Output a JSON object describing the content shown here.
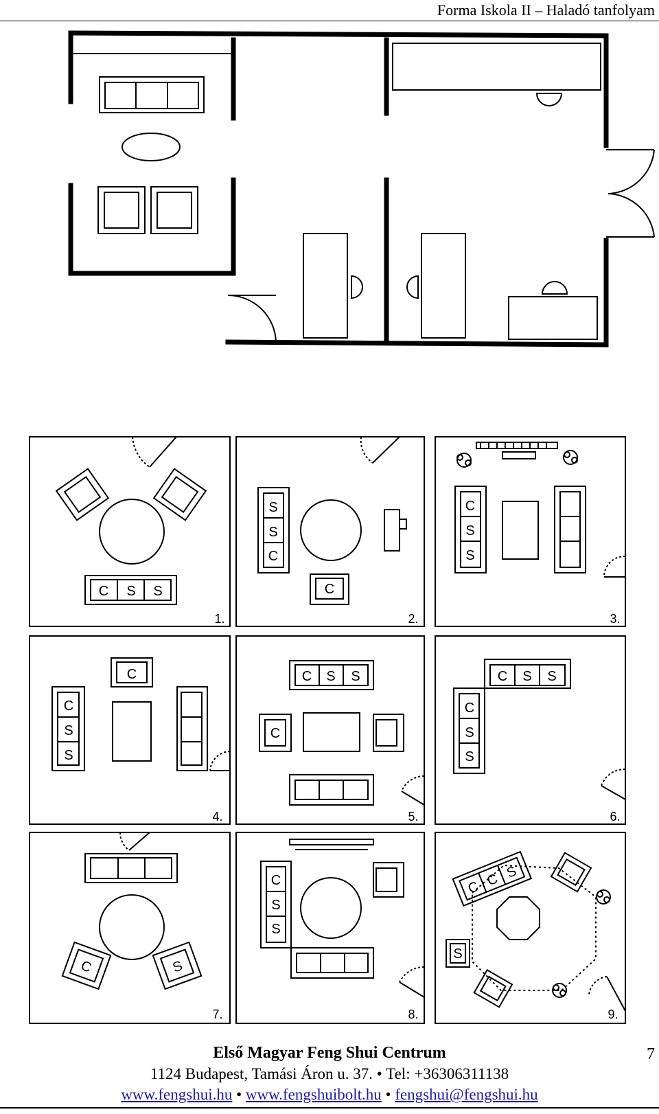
{
  "header": {
    "title": "Forma Iskola II – Haladó tanfolyam"
  },
  "rooms": [
    {
      "number": "1.",
      "labels": [
        "C",
        "S",
        "S"
      ]
    },
    {
      "number": "2.",
      "labels": [
        "S",
        "S",
        "C",
        "C"
      ]
    },
    {
      "number": "3.",
      "labels": [
        "C",
        "S",
        "S"
      ]
    },
    {
      "number": "4.",
      "labels": [
        "C",
        "C",
        "S",
        "S"
      ]
    },
    {
      "number": "5.",
      "labels": [
        "C",
        "S",
        "S",
        "C"
      ]
    },
    {
      "number": "6.",
      "labels": [
        "C",
        "S",
        "S",
        "C",
        "S",
        "S"
      ]
    },
    {
      "number": "7.",
      "labels": [
        "C",
        "S"
      ]
    },
    {
      "number": "8.",
      "labels": [
        "C",
        "S",
        "S"
      ]
    },
    {
      "number": "9.",
      "labels": [
        "C",
        "C",
        "S",
        "S"
      ]
    }
  ],
  "footer": {
    "organization": "Első Magyar Feng Shui Centrum",
    "address": "1124 Budapest, Tamási Áron u. 37. • Tel: +36306311138",
    "link1": "www.fengshui.hu",
    "link2": "www.fengshuibolt.hu",
    "link3": "fengshui@fengshui.hu",
    "separator": " • "
  },
  "page_number": "7"
}
